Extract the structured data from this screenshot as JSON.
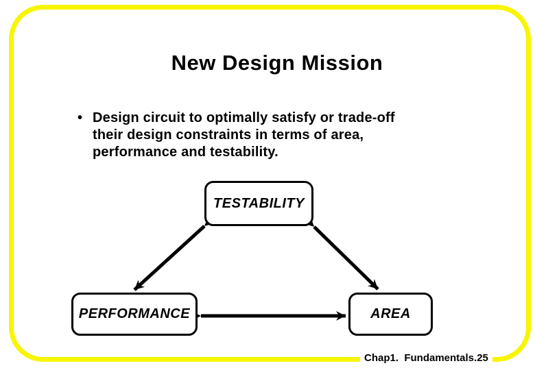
{
  "slide": {
    "title": "New Design Mission",
    "bullet_marker": "•",
    "bullet_text": "Design circuit to optimally satisfy or trade-off\ntheir design constraints in terms of area,\nperformance and testability.",
    "footer": "Chap1.  Fundamentals.25"
  },
  "diagram": {
    "type": "triangle-tradeoff",
    "nodes": [
      {
        "id": "testability",
        "label": "TESTABILITY"
      },
      {
        "id": "performance",
        "label": "PERFORMANCE"
      },
      {
        "id": "area",
        "label": "AREA"
      }
    ],
    "edges": [
      {
        "from": "testability",
        "to": "performance",
        "style": "double-headed-arrow"
      },
      {
        "from": "testability",
        "to": "area",
        "style": "double-headed-arrow"
      },
      {
        "from": "performance",
        "to": "area",
        "style": "double-headed-arrow"
      }
    ]
  },
  "colors": {
    "frame_yellow": "#f7f500",
    "text_black": "#000000",
    "background": "#ffffff"
  }
}
